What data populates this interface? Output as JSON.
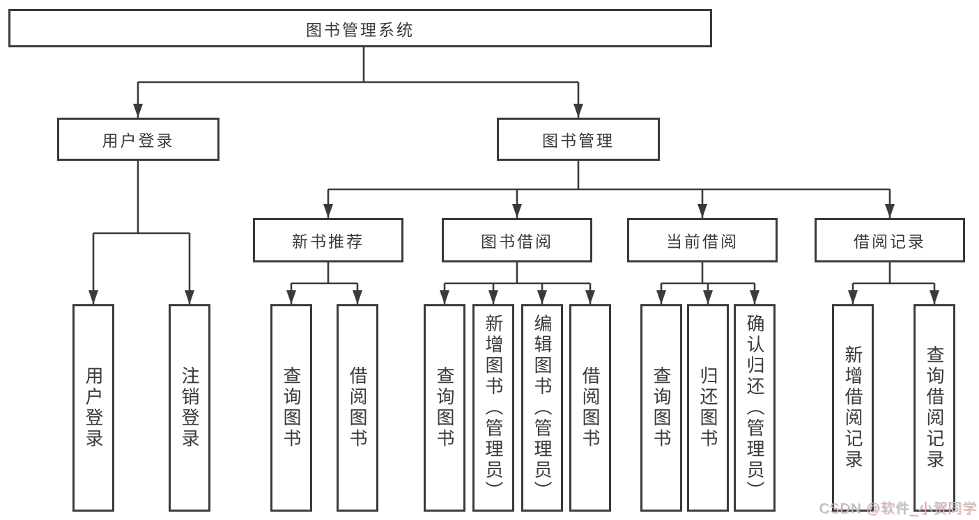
{
  "colors": {
    "line": "#3a3a3a",
    "text": "#3a3a3a",
    "bg": "#ffffff",
    "wm-gray": "#b9bdc2",
    "wm-red": "#e0574a"
  },
  "tree": {
    "label": "图书管理系统",
    "children": [
      {
        "label": "用户登录",
        "children": [
          {
            "label": "用户登录"
          },
          {
            "label": "注销登录"
          }
        ]
      },
      {
        "label": "图书管理",
        "children": [
          {
            "label": "新书推荐",
            "children": [
              {
                "label": "查询图书"
              },
              {
                "label": "借阅图书"
              }
            ]
          },
          {
            "label": "图书借阅",
            "children": [
              {
                "label": "查询图书"
              },
              {
                "label": "新增图书（管理员）"
              },
              {
                "label": "编辑图书（管理员）"
              },
              {
                "label": "借阅图书"
              }
            ]
          },
          {
            "label": "当前借阅",
            "children": [
              {
                "label": "查询图书"
              },
              {
                "label": "归还图书"
              },
              {
                "label": "确认归还（管理员）"
              }
            ]
          },
          {
            "label": "借阅记录",
            "children": [
              {
                "label": "新增借阅记录"
              },
              {
                "label": "查询借阅记录"
              }
            ]
          }
        ]
      }
    ]
  },
  "watermark": {
    "text": "CSDN @软件_小贺同学"
  }
}
